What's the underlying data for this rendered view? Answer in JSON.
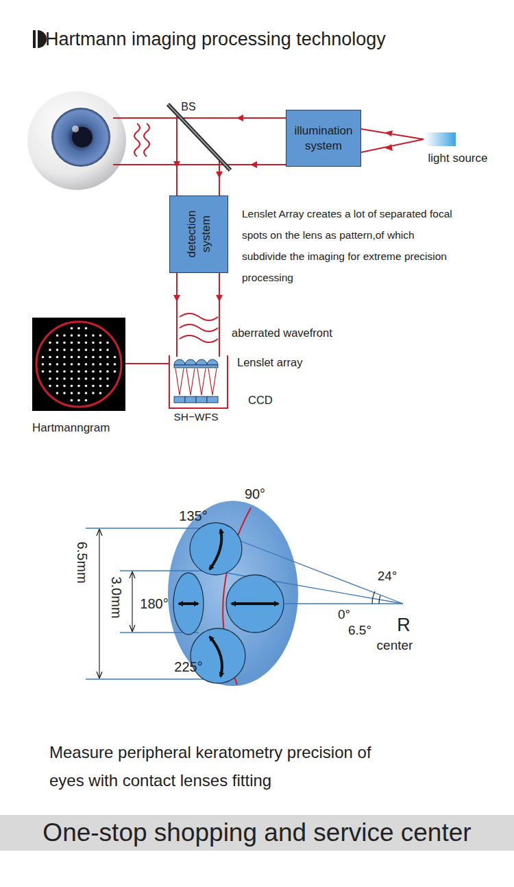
{
  "diagram": {
    "title": "Hartmann imaging processing technology",
    "caption": "Measure peripheral keratometry precision of eyes with contact lenses fitting",
    "nodes": [
      {
        "text": [
          "illumination system"
        ]
      },
      {
        "text": [
          "detection system"
        ]
      }
    ],
    "labels": [
      "BS",
      "light source",
      "Lenslet Array creates a lot of separated focal spots on the lens as pattern,of which subdivide the imaging for extreme precision processing",
      "aberrated wavefront",
      "Lenslet array",
      "CCD",
      "SH−WFS",
      "Hartmanngram",
      "90°",
      "135°",
      "180°",
      "225°",
      "6.5mm",
      "3.0mm",
      "24°",
      "0°",
      "6.5°",
      "R",
      "center",
      "One-stop shopping and service center"
    ]
  }
}
